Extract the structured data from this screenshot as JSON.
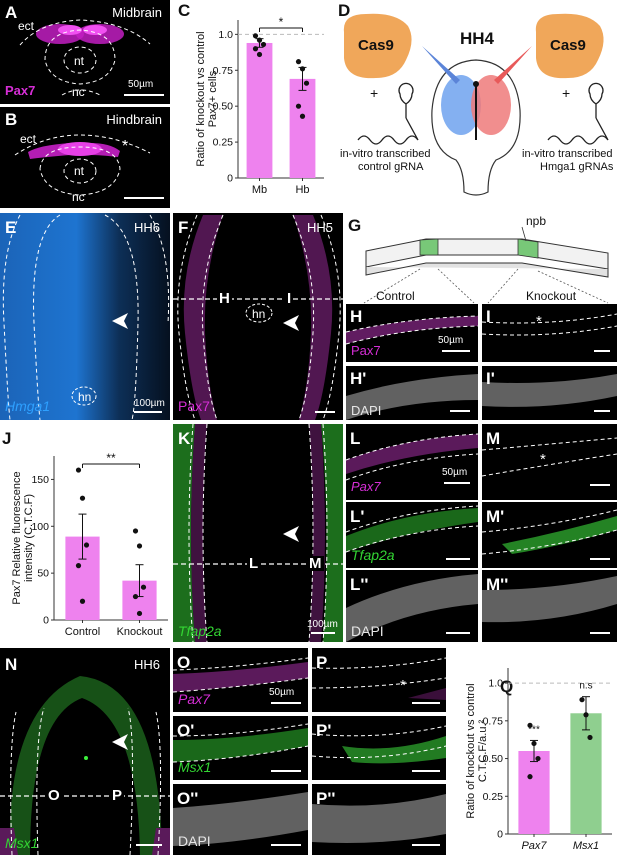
{
  "panel_A": {
    "letter": "A",
    "region": "Midbrain",
    "ect": "ect",
    "nt": "nt",
    "nc": "nc",
    "marker": "Pax7",
    "scale": "50µm"
  },
  "panel_B": {
    "letter": "B",
    "region": "Hindbrain",
    "ect": "ect",
    "nt": "nt",
    "nc": "nc",
    "star": "*"
  },
  "panel_C": {
    "letter": "C"
  },
  "panel_D": {
    "letter": "D",
    "stage": "HH4",
    "cas9_left": "Cas9",
    "cas9_right": "Cas9",
    "plus_left": "+",
    "plus_right": "+",
    "caption_left_1": "in-vitro transcribed",
    "caption_left_2": "control gRNA",
    "caption_right_1": "in-vitro transcribed",
    "caption_right_2": "Hmga1 gRNAs"
  },
  "panel_E": {
    "letter": "E",
    "stage": "HH6",
    "hn": "hn",
    "marker": "Hmga1",
    "scale": "100µm"
  },
  "panel_F": {
    "letter": "F",
    "stage": "HH5",
    "hn": "hn",
    "marker": "Pax7",
    "cut_left": "H",
    "cut_right": "I"
  },
  "panel_G": {
    "letter": "G",
    "npb": "npb",
    "control": "Control",
    "knockout": "Knockout"
  },
  "panel_H": {
    "letter": "H",
    "marker": "Pax7",
    "scale": "50µm"
  },
  "panel_I": {
    "letter": "I",
    "star": "*"
  },
  "panel_H2": {
    "letter": "H'",
    "marker": "DAPI"
  },
  "panel_I2": {
    "letter": "I'"
  },
  "panel_J": {
    "letter": "J"
  },
  "panel_K": {
    "letter": "K",
    "marker": "Tfap2a",
    "cut_left": "L",
    "cut_right": "M",
    "scale": "100µm"
  },
  "panel_L": {
    "letter": "L",
    "marker": "Pax7",
    "scale": "50µm"
  },
  "panel_M": {
    "letter": "M",
    "star": "*"
  },
  "panel_L2": {
    "letter": "L'",
    "marker": "Tfap2a"
  },
  "panel_M2": {
    "letter": "M'"
  },
  "panel_L3": {
    "letter": "L''",
    "marker": "DAPI"
  },
  "panel_M3": {
    "letter": "M''"
  },
  "panel_N": {
    "letter": "N",
    "stage": "HH6",
    "marker": "Msx1",
    "cut_left": "O",
    "cut_right": "P"
  },
  "panel_O": {
    "letter": "O",
    "marker": "Pax7",
    "scale": "50µm"
  },
  "panel_P": {
    "letter": "P",
    "star": "*"
  },
  "panel_O2": {
    "letter": "O'",
    "marker": "Msx1"
  },
  "panel_P2": {
    "letter": "P'"
  },
  "panel_O3": {
    "letter": "O''",
    "marker": "DAPI"
  },
  "panel_P3": {
    "letter": "P''"
  },
  "panel_Q": {
    "letter": "Q"
  },
  "colors": {
    "pax7": "#d62ed6",
    "green": "#33d633",
    "hmga1": "#2ea0ff",
    "bar_pink": "#ee82ee",
    "bar_green": "#8fcf8f",
    "cas9": "#f0a75a"
  },
  "chart_data": [
    {
      "id": "C",
      "type": "bar",
      "categories": [
        "Mb",
        "Hb"
      ],
      "values": [
        0.94,
        0.69
      ],
      "errors": [
        0.03,
        0.08
      ],
      "points": [
        [
          0.99,
          0.96,
          0.93,
          0.9,
          0.86
        ],
        [
          0.81,
          0.76,
          0.66,
          0.5,
          0.43
        ]
      ],
      "ylabel_lines": [
        "Ratio of knockout vs control",
        "Pax7+ cells"
      ],
      "ylim": [
        0,
        1.1
      ],
      "yticks": [
        "0",
        "0.25",
        "0.50",
        "0.75",
        "1.0"
      ],
      "reference_line": 1.0,
      "significance": "*"
    },
    {
      "id": "J",
      "type": "bar",
      "categories": [
        "Control",
        "Knockout"
      ],
      "values": [
        89,
        42
      ],
      "errors": [
        24,
        17
      ],
      "points": [
        [
          160,
          130,
          80,
          58,
          20
        ],
        [
          95,
          79,
          35,
          25,
          7
        ]
      ],
      "ylabel_lines": [
        "Pax7 Relative fluorescence",
        "intensity (C.T.C.F)"
      ],
      "ylim": [
        0,
        175
      ],
      "yticks": [
        "0",
        "50",
        "100",
        "150"
      ],
      "significance": "**"
    },
    {
      "id": "Q",
      "type": "bar",
      "categories": [
        "Pax7",
        "Msx1"
      ],
      "values": [
        0.55,
        0.8
      ],
      "errors": [
        0.07,
        0.11
      ],
      "points": [
        [
          0.72,
          0.6,
          0.5,
          0.38
        ],
        [
          0.89,
          0.79,
          0.64
        ]
      ],
      "ylabel_lines": [
        "Ratio of knockout vs control",
        "C.T.C.F/a.u.²"
      ],
      "ylim": [
        0,
        1.1
      ],
      "yticks": [
        "0",
        "0.25",
        "0.50",
        "0.75",
        "1.0"
      ],
      "reference_line": 1.0,
      "significance_labels": [
        "***",
        "n.s"
      ]
    }
  ]
}
